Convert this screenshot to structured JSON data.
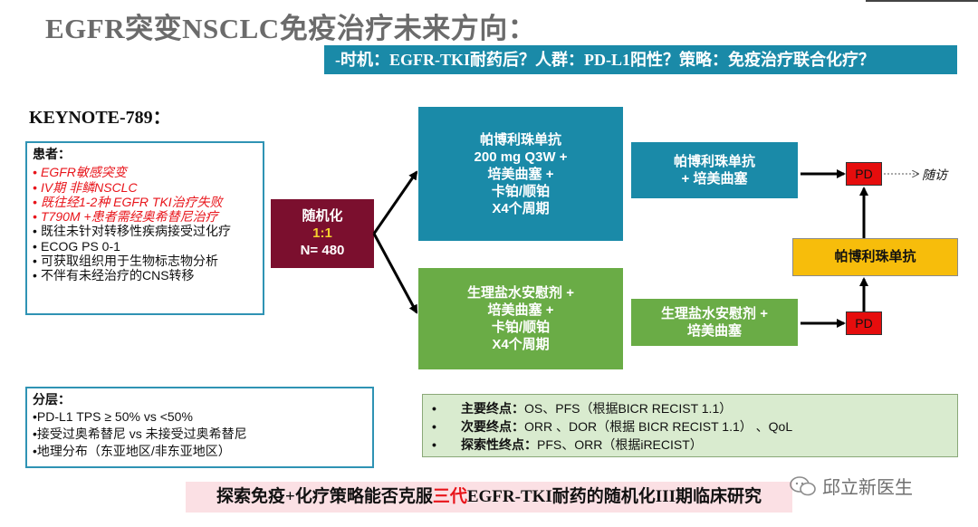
{
  "title": "EGFR突变NSCLC免疫治疗未来方向：",
  "banner": "-时机：EGFR-TKI耐药后？人群：PD-L1阳性？策略：免疫治疗联合化疗？",
  "trial_name": "KEYNOTE-789：",
  "patients": {
    "header": "患者：",
    "items": [
      {
        "text": "EGFR敏感突变",
        "highlight": true
      },
      {
        "text": "IV期 非鳞NSCLC",
        "highlight": true
      },
      {
        "text": "既往经1-2种 EGFR TKI治疗失败",
        "highlight": true
      },
      {
        "text": "T790M +患者需经奥希替尼治疗",
        "highlight": true
      },
      {
        "text": "既往未针对转移性疾病接受过化疗",
        "highlight": false
      },
      {
        "text": "ECOG PS 0-1",
        "highlight": false
      },
      {
        "text": "可获取组织用于生物标志物分析",
        "highlight": false
      },
      {
        "text": "不伴有未经治疗的CNS转移",
        "highlight": false
      }
    ]
  },
  "randomization": {
    "label": "随机化",
    "ratio": "1:1",
    "n": "N= 480"
  },
  "arm1": {
    "lines": [
      "帕博利珠单抗",
      "200 mg Q3W +",
      "培美曲塞 +",
      "卡铂/顺铂",
      "X4个周期"
    ]
  },
  "arm2": {
    "lines": [
      "生理盐水安慰剂 +",
      "培美曲塞 +",
      "卡铂/顺铂",
      "X4个周期"
    ]
  },
  "maintenance1": {
    "lines": [
      "帕博利珠单抗",
      "+ 培美曲塞"
    ]
  },
  "maintenance2": {
    "lines": [
      "生理盐水安慰剂 +",
      "培美曲塞"
    ]
  },
  "pd_label": "PD",
  "followup": "随访",
  "crossover": "帕博利珠单抗",
  "stratification": {
    "header": "分层：",
    "items": [
      "•PD-L1 TPS ≥ 50% vs <50%",
      "•接受过奥希替尼 vs 未接受过奥希替尼",
      "•地理分布（东亚地区/非东亚地区）"
    ]
  },
  "endpoints": [
    {
      "label": "主要终点：",
      "text": "OS、PFS（根据BICR RECIST 1.1）"
    },
    {
      "label": "次要终点：",
      "text": "ORR 、DOR（根据 BICR RECIST 1.1） 、QoL"
    },
    {
      "label": "探索性终点：",
      "text": "PFS、ORR（根据iRECIST）"
    }
  ],
  "bottom": {
    "pre": "探索免疫+化疗策略能否克服",
    "highlight": "三代",
    "post": "EGFR-TKI耐药的随机化III期临床研究"
  },
  "watermark": "邱立新医生",
  "colors": {
    "teal": "#1a8aa8",
    "green": "#6aac46",
    "maroon": "#7b0f2e",
    "red": "#e60d0d",
    "yellow": "#f7bd0b"
  }
}
